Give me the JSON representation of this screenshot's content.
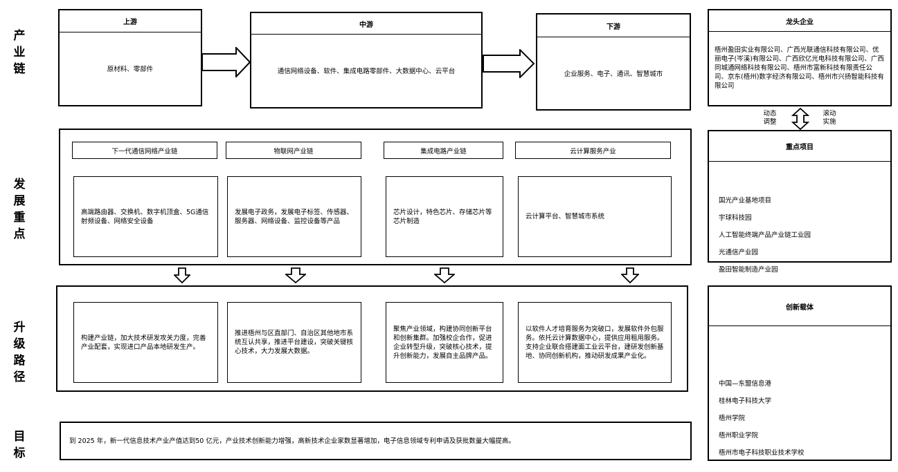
{
  "side_labels": {
    "chain": "产\n业\n链",
    "focus": "发\n展\n重\n点",
    "path": "升\n级\n路\n径",
    "goal": "目\n标"
  },
  "chain": {
    "upstream": {
      "title": "上游",
      "content": "原材料、零部件"
    },
    "midstream": {
      "title": "中游",
      "content": "通信网络设备、软件、集成电路零部件、大数据中心、云平台"
    },
    "downstream": {
      "title": "下游",
      "content": "企业服务、电子、通讯、智慧城市"
    }
  },
  "leaders": {
    "title": "龙头企业",
    "content": "梧州盈田实业有限公司、广西光联通信科技有限公司、优丽电子(岑溪)有限公司、广西欣亿光电科技有限公司、广西同城通网络科技有限公司、梧州市富新科技有限责任公司、京东(梧州)数字经济有限公司、梧州市兴扬智能科技有限公司"
  },
  "dynamic": {
    "left": "动态\n调整",
    "right": "滚动\n实施"
  },
  "focus": {
    "categories": [
      "下一代通信网络产业链",
      "物联网产业链",
      "集成电路产业链",
      "云计算服务产业"
    ],
    "details": [
      "高端路由器、交换机、数字机顶盒、5G通信射频设备、网络安全设备",
      "发展电子政务，发展电子标签、传感器、服务器、网络设备、监控设备等产品",
      "芯片设计，特色芯片、存储芯片等芯片制造",
      "云计算平台、智慧城市系统"
    ]
  },
  "key_projects": {
    "title": "重点项目",
    "items": [
      "国光产业基地项目",
      "宇球科技园",
      "人工智能终端产品产业链工业园",
      "光通信产业园",
      "盈田智能制造产业园"
    ]
  },
  "paths": [
    "构建产业链，加大技术研发攻关力度，完善产业配套，实现进口产品本地研发生产。",
    "推进梧州与区直部门、自治区其他地市系统互认共享，推进平台建设，突破关键核心技术，大力发展大数据。",
    "聚焦产业领域，构建协同创新平台和创新集群。加强校企合作，促进企业转型升级，突破核心技术，提升创新能力，发展自主品牌产品。",
    "以软件人才培育服务为突破口，发展软件外包服务。依托云计算数据中心，提供应用租用服务。支持企业联合搭建面工业云平台，建研发创新基地、协同创新机构，推动研发成果产业化。"
  ],
  "innovation": {
    "title": "创新载体",
    "items": [
      "中国—东盟信息港",
      "桂林电子科技大学",
      "梧州学院",
      "梧州职业学院",
      "梧州市电子科技职业技术学校"
    ]
  },
  "goal": "到 2025 年，新一代信息技术产业产值达到50 亿元，产业技术创新能力增强，高新技术企业家数显著增加，电子信息领域专利申请及获批数量大幅提高。"
}
